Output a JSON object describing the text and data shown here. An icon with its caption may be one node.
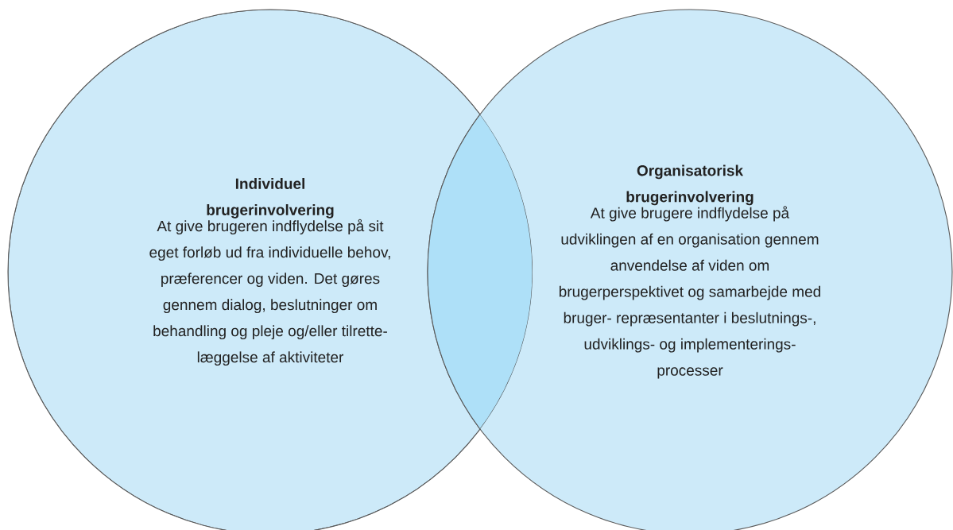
{
  "diagram": {
    "nodes": [
      {
        "text": [
          "Individuel brugerinvolvering",
          "At give brugeren indflydelse på sit eget forløb ud fra individuelle behov, præferencer og viden. Det gøres gennem dialog, beslutninger om behandling og pleje og/eller tilrette- læggelse af aktiviteter"
        ]
      },
      {
        "text": [
          "Organisatorisk brugerinvolvering",
          "At give brugere indflydelse på udviklingen af en organisation gennem anvendelse af viden om brugerperspektivet og samarbejde med bruger- repræsentanter i beslutnings-, udviklings- og implementerings- processer"
        ]
      }
    ]
  }
}
